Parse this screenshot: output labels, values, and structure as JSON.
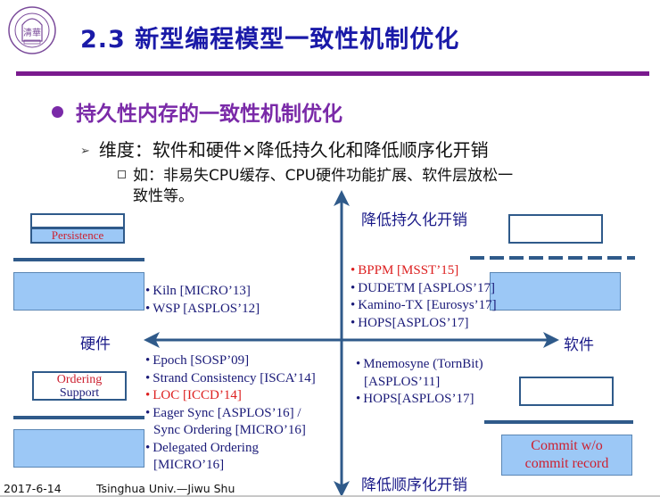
{
  "header": {
    "logo": "tsinghua-university-seal",
    "title": "2.3 新型编程模型一致性机制优化"
  },
  "bullets": {
    "level1": "持久性内存的一致性机制优化",
    "level2": "维度：软件和硬件×降低持久化和降低顺序化开销",
    "level3_line1": "如：非易失CPU缓存、CPU硬件功能扩展、软件层放松一",
    "level3_line2": "致性等。"
  },
  "diagram": {
    "axes": {
      "up": "降低持久化开销",
      "down": "降低顺序化开销",
      "left": "硬件",
      "right": "软件"
    },
    "boxes": {
      "persistence": "Persistence",
      "ordering_line1": "Ordering",
      "ordering_line2": "Support",
      "commit_line1": "Commit w/o",
      "commit_line2": "commit record"
    },
    "quadrants": {
      "hardware_persistence": [
        {
          "text": "Kiln [MICRO’13]",
          "highlight": false
        },
        {
          "text": "WSP [ASPLOS’12]",
          "highlight": false
        }
      ],
      "software_persistence": [
        {
          "text": "BPPM [MSST’15]",
          "highlight": true
        },
        {
          "text": "DUDETM [ASPLOS’17]",
          "highlight": false
        },
        {
          "text": "Kamino-TX [Eurosys’17]",
          "highlight": false
        },
        {
          "text": "HOPS[ASPLOS’17]",
          "highlight": false
        }
      ],
      "hardware_ordering": [
        {
          "text": "Epoch [SOSP’09]",
          "highlight": false
        },
        {
          "text": "Strand Consistency [ISCA’14]",
          "highlight": false
        },
        {
          "text": "LOC [ICCD’14]",
          "highlight": true
        },
        {
          "text": "Eager Sync [ASPLOS’16] /",
          "cont": "Sync Ordering [MICRO’16]",
          "highlight": false
        },
        {
          "text": "Delegated Ordering",
          "cont": "[MICRO’16]",
          "highlight": false
        }
      ],
      "software_ordering": [
        {
          "text": "Mnemosyne (TornBit)",
          "cont": "[ASPLOS’11]",
          "highlight": false
        },
        {
          "text": "HOPS[ASPLOS’17]",
          "highlight": false
        }
      ]
    },
    "colors": {
      "axis": "#2f5a8a",
      "box_fill": "#9cc8f6",
      "highlight": "#dd2020",
      "ref_text": "#1a1a78"
    }
  },
  "footer": {
    "date": "2017-6-14",
    "author": "Tsinghua Univ.—Jiwu Shu"
  }
}
